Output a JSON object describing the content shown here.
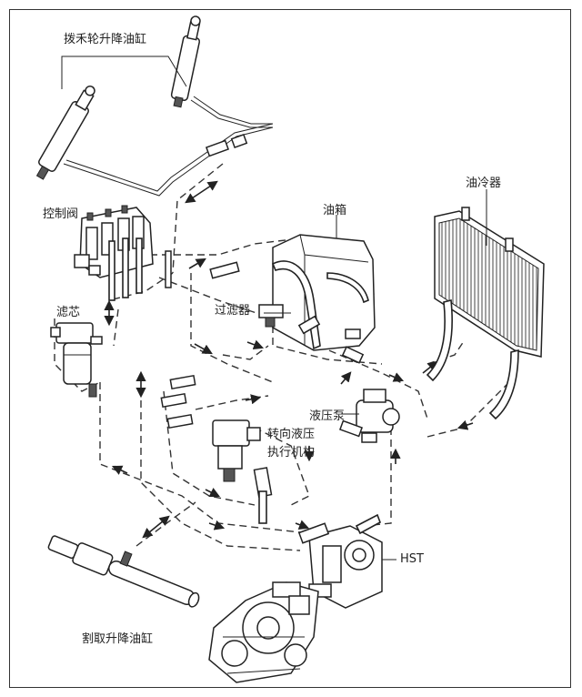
{
  "labels": {
    "reel_cylinder": "拨禾轮升降油缸",
    "control_valve": "控制阀",
    "oil_tank": "油箱",
    "oil_cooler": "油冷器",
    "filter_screen": "过滤器",
    "filter_element": "滤芯",
    "hydraulic_pump": "液压泵",
    "steering_actuator_1": "转向液压",
    "steering_actuator_2": "执行机构",
    "hst": "HST",
    "header_cylinder": "割取升降油缸"
  },
  "colors": {
    "line": "#222222",
    "background": "#ffffff"
  }
}
